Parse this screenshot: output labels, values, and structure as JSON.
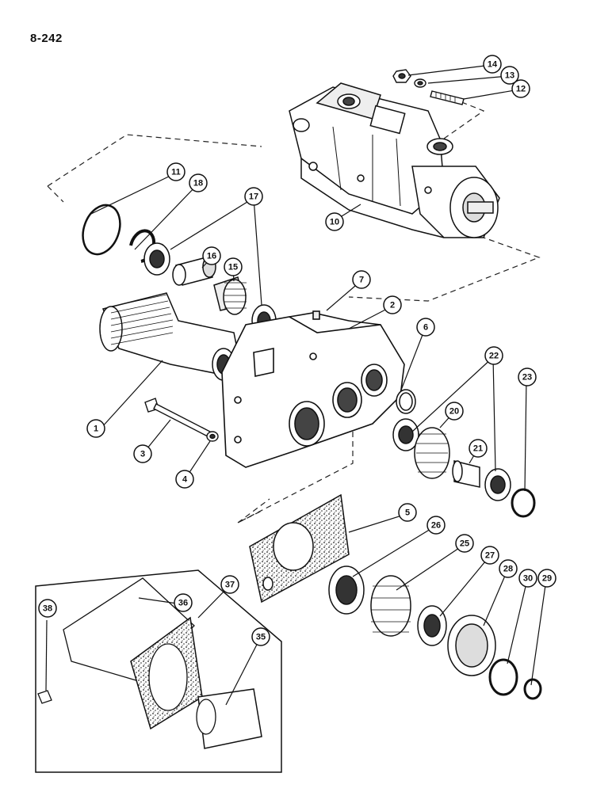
{
  "page_number": "8-242",
  "callouts": [
    {
      "id": "c1",
      "label": "1"
    },
    {
      "id": "c2",
      "label": "2"
    },
    {
      "id": "c3",
      "label": "3"
    },
    {
      "id": "c4",
      "label": "4"
    },
    {
      "id": "c5",
      "label": "5"
    },
    {
      "id": "c6",
      "label": "6"
    },
    {
      "id": "c7",
      "label": "7"
    },
    {
      "id": "c10",
      "label": "10"
    },
    {
      "id": "c11",
      "label": "11"
    },
    {
      "id": "c12",
      "label": "12"
    },
    {
      "id": "c13",
      "label": "13"
    },
    {
      "id": "c14",
      "label": "14"
    },
    {
      "id": "c15",
      "label": "15"
    },
    {
      "id": "c16",
      "label": "16"
    },
    {
      "id": "c17",
      "label": "17"
    },
    {
      "id": "c18",
      "label": "18"
    },
    {
      "id": "c20",
      "label": "20"
    },
    {
      "id": "c21",
      "label": "21"
    },
    {
      "id": "c22",
      "label": "22"
    },
    {
      "id": "c23",
      "label": "23"
    },
    {
      "id": "c25",
      "label": "25"
    },
    {
      "id": "c26",
      "label": "26"
    },
    {
      "id": "c27",
      "label": "27"
    },
    {
      "id": "c28",
      "label": "28"
    },
    {
      "id": "c29",
      "label": "29"
    },
    {
      "id": "c30",
      "label": "30"
    },
    {
      "id": "c35",
      "label": "35"
    },
    {
      "id": "c36",
      "label": "36"
    },
    {
      "id": "c37",
      "label": "37"
    },
    {
      "id": "c38",
      "label": "38"
    }
  ]
}
